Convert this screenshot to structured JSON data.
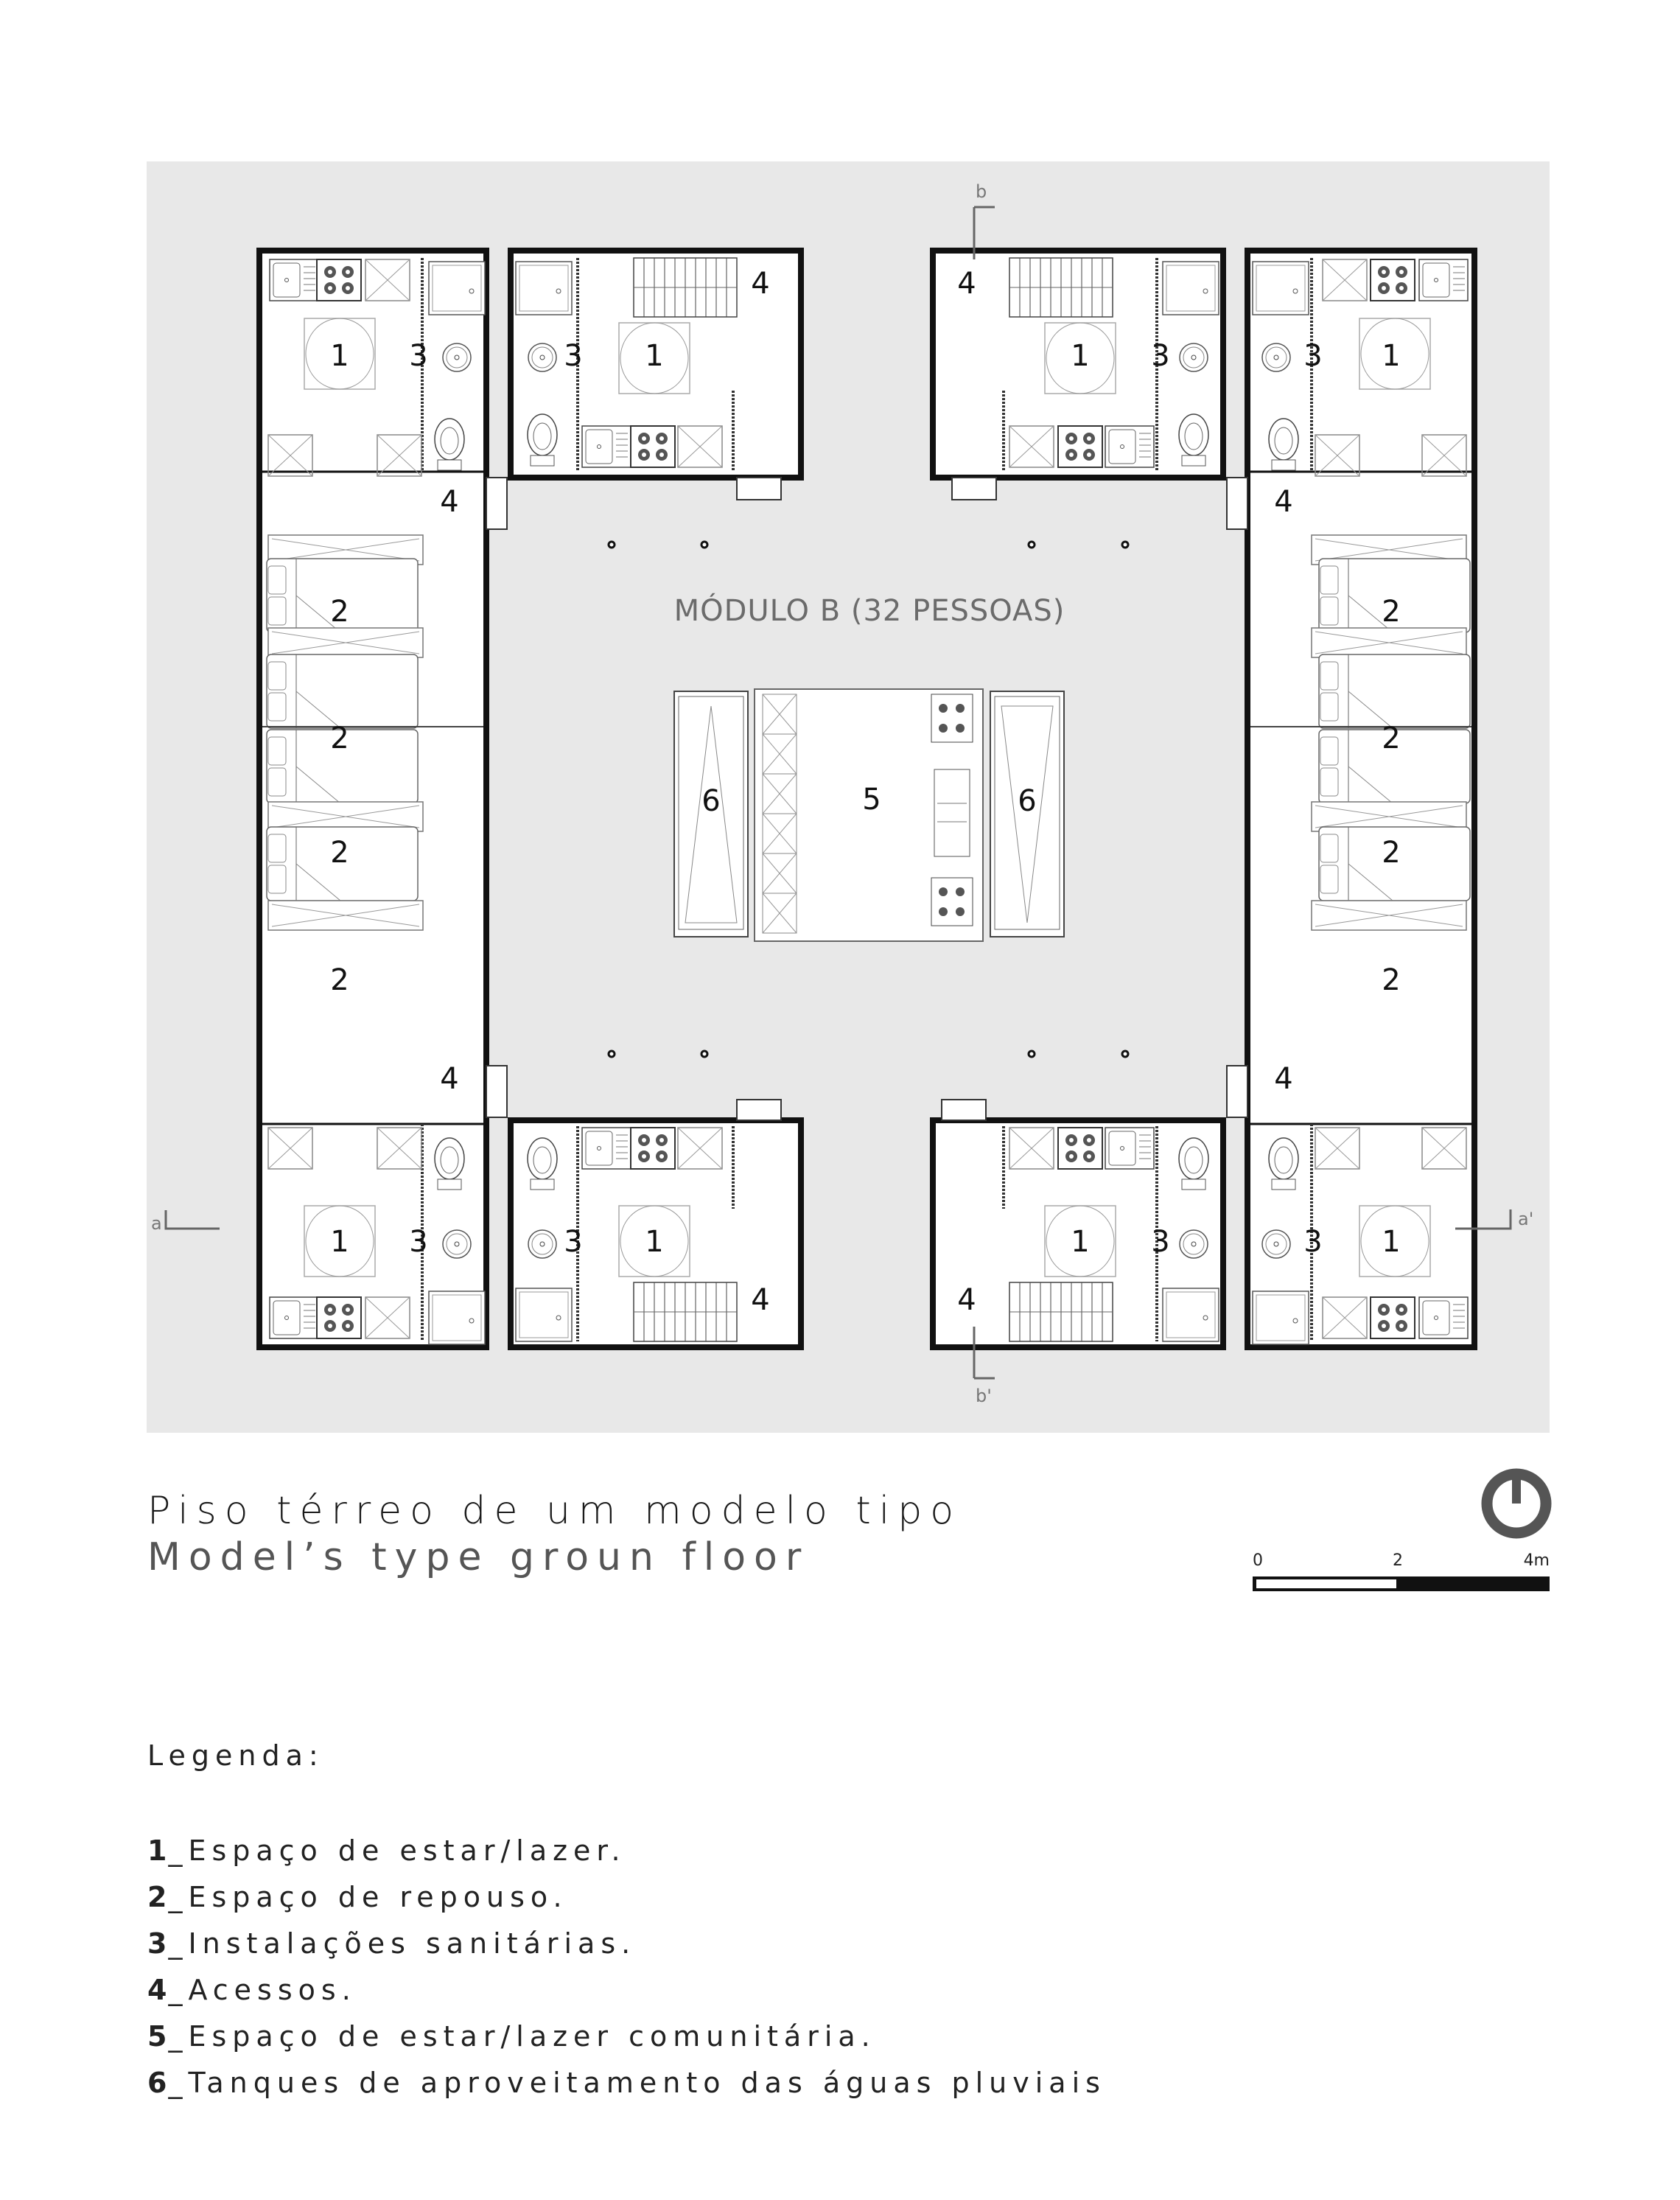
{
  "plan": {
    "module_label": "MÓDULO B (32 PESSOAS)",
    "room_labels": {
      "living": "1",
      "rest": "2",
      "sanitary": "3",
      "access": "4",
      "community": "5",
      "tank": "6"
    },
    "section_markers": {
      "a": "a",
      "a_prime": "a'",
      "b": "b",
      "b_prime": "b'"
    },
    "colors": {
      "panel": "#e8e8e8",
      "room_fill": "#ffffff",
      "wall": "#111111",
      "marker": "#666666",
      "label_gray": "#6b6b6b"
    }
  },
  "title": {
    "pt": "Piso térreo de um modelo tipo",
    "en": "Model’s type groun floor"
  },
  "scale_bar": {
    "labels": [
      "0",
      "2",
      "4m"
    ],
    "unit": "m"
  },
  "north_arrow": {
    "icon": "north-arrow-icon",
    "color": "#555555"
  },
  "legend": {
    "heading": "Legenda:",
    "items": [
      {
        "num": "1",
        "text": "_Espaço de estar/lazer."
      },
      {
        "num": "2",
        "text": "_Espaço de repouso."
      },
      {
        "num": "3",
        "text": "_Instalações sanitárias."
      },
      {
        "num": "4",
        "text": "_Acessos."
      },
      {
        "num": "5",
        "text": "_Espaço de estar/lazer comunitária."
      },
      {
        "num": "6",
        "text": "_Tanques de aproveitamento das águas pluviais"
      }
    ]
  }
}
